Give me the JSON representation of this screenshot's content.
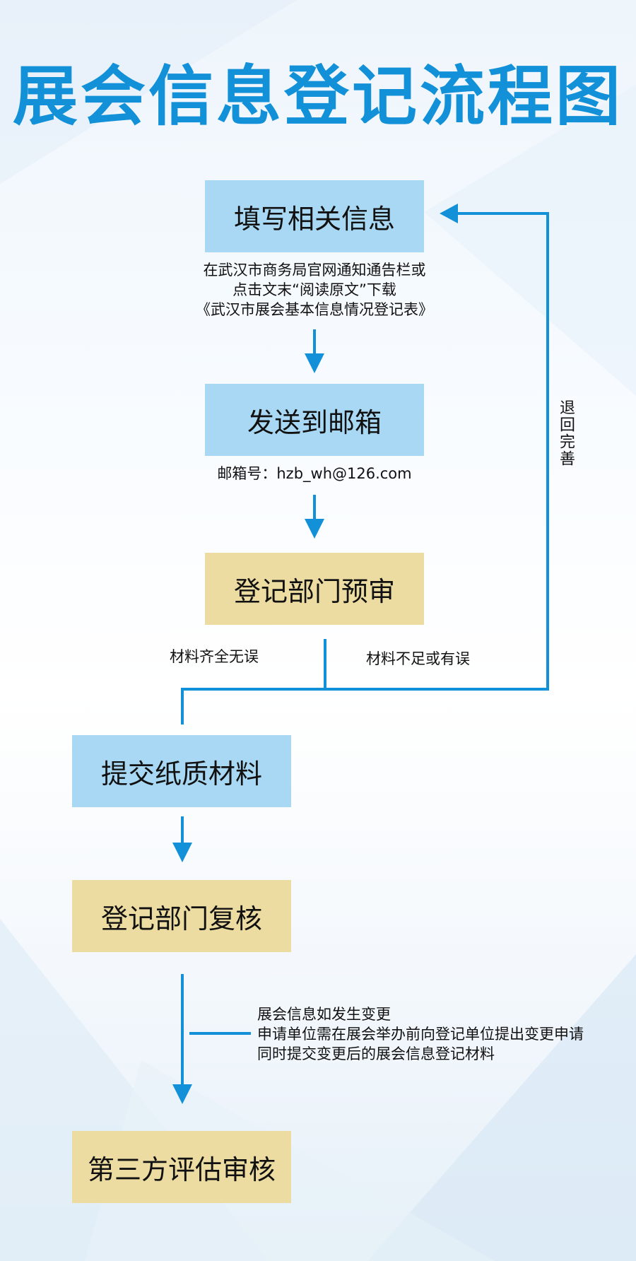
{
  "title": "展会信息登记流程图",
  "steps": {
    "fill_info": "填写相关信息",
    "send_email": "发送到邮箱",
    "pre_review": "登记部门预审",
    "submit_paper": "提交纸质材料",
    "recheck": "登记部门复核",
    "third_party": "第三方评估审核"
  },
  "notes": {
    "download_lines": [
      "在武汉市商务局官网通知通告栏或",
      "点击文末“阅读原文”下载",
      "《武汉市展会基本信息情况登记表》"
    ],
    "email": "邮箱号：hzb_wh@126.com",
    "complete": "材料齐全无误",
    "insufficient": "材料不足或有误",
    "return": "退回完善",
    "change_lines": [
      "展会信息如发生变更",
      "申请单位需在展会举办前向登记单位提出变更申请",
      "同时提交变更后的展会信息登记材料"
    ]
  },
  "colors": {
    "accent": "#1290d8",
    "box_blue": "#a8d8f3",
    "box_tan": "#ecdca2"
  }
}
